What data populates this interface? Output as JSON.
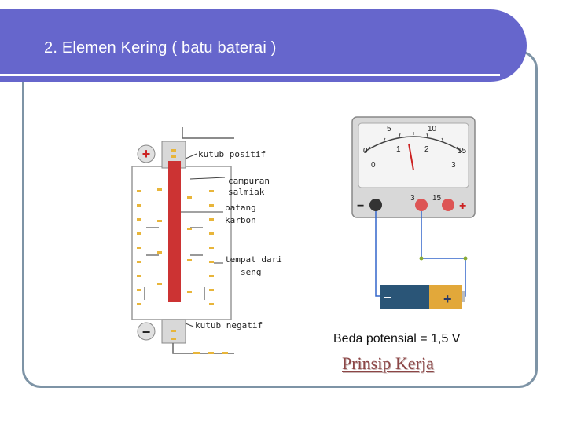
{
  "slide": {
    "title": "2. Elemen Kering ( batu baterai )",
    "caption": "Beda potensial = 1,5 V",
    "link_text": "Prinsip Kerja"
  },
  "cell_diagram": {
    "labels": {
      "positive_terminal": "kutub positif",
      "paste_line1": "campuran",
      "paste_line2": "salmiak",
      "rod_line1": "batang",
      "rod_line2": "karbon",
      "zinc_line1": "tempat dari",
      "zinc_line2": "seng",
      "negative_terminal": "kutub negatif"
    },
    "plus_sign": "+",
    "minus_sign": "−"
  },
  "voltmeter": {
    "upper_scale": [
      "0",
      "5",
      "10",
      "15"
    ],
    "lower_scale": [
      "0",
      "1",
      "2",
      "3"
    ],
    "terminals": {
      "minus": "−",
      "t3": "3",
      "t15": "15",
      "plus": "+"
    },
    "battery_minus": "−",
    "battery_plus": "+"
  },
  "colors": {
    "header": "#6666cc",
    "frame": "#7e94a6",
    "carbon_rod": "#cc3333",
    "paste_dots": "#e8b53a",
    "link": "#8c4646"
  }
}
